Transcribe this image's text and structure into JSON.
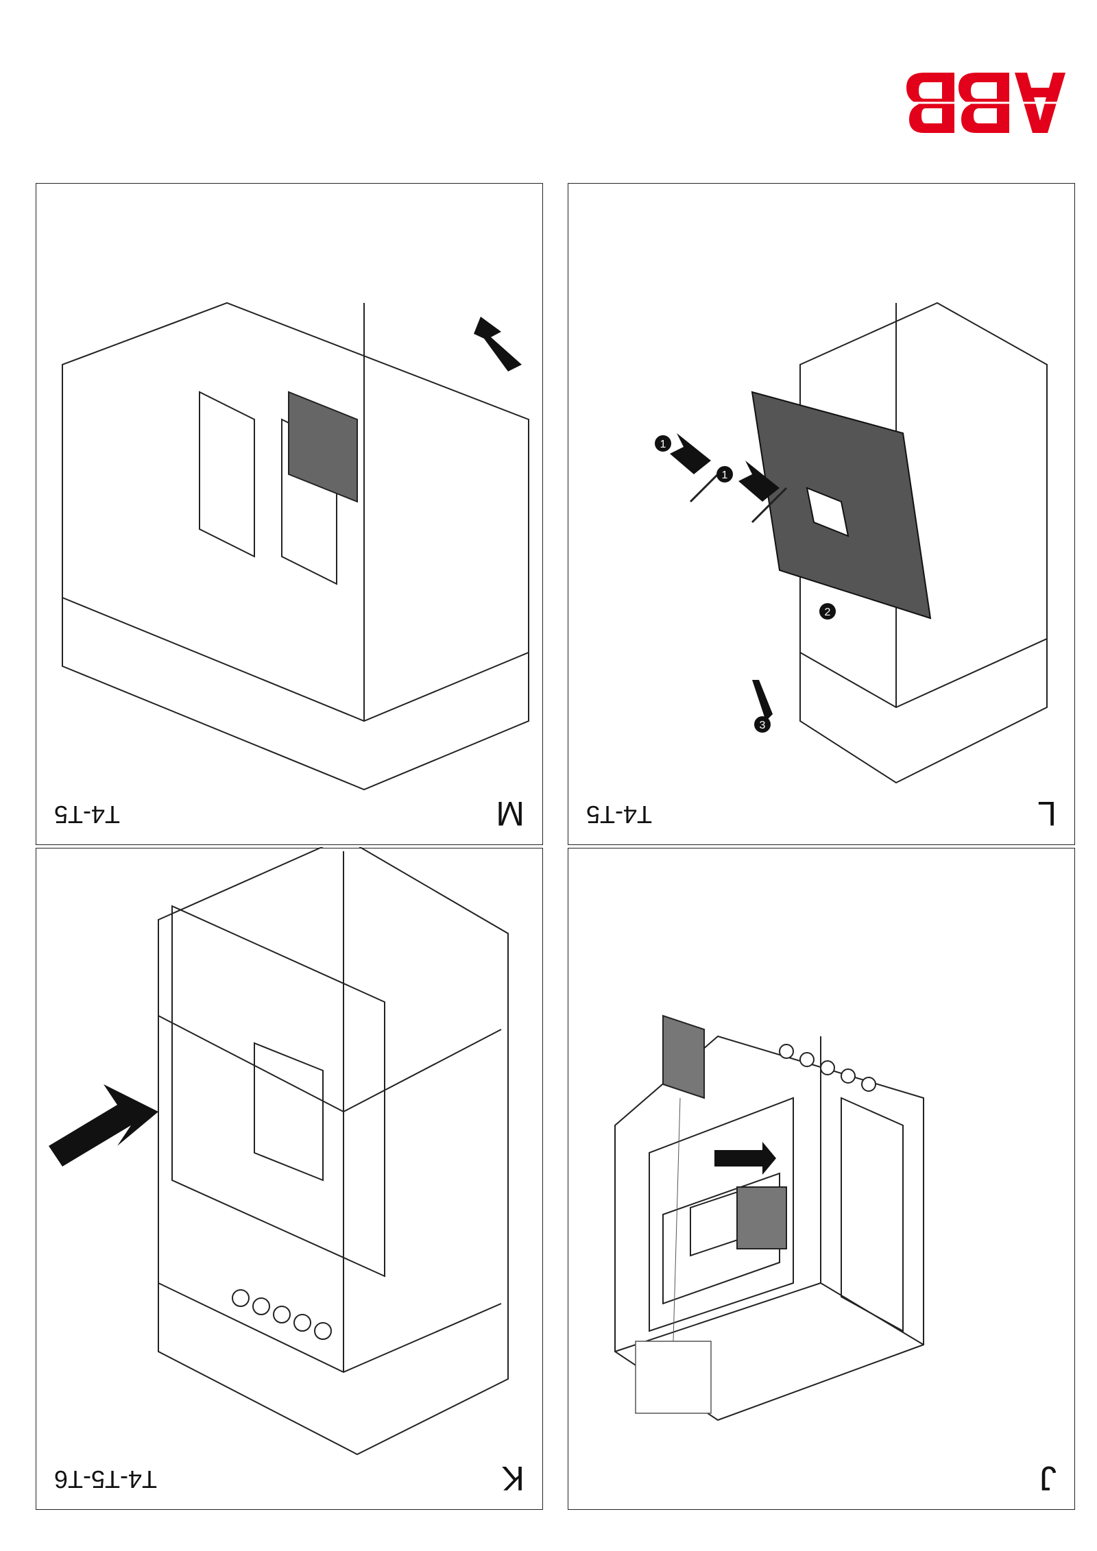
{
  "brand": {
    "logo_text": "ABB",
    "color": "#e2001a"
  },
  "panels": [
    {
      "letter": "J",
      "model": ""
    },
    {
      "letter": "K",
      "model": "T4-T5-T6"
    },
    {
      "letter": "L",
      "model": "T4-T5"
    },
    {
      "letter": "M",
      "model": "T4-T5"
    }
  ],
  "steps": {
    "one_a": "1",
    "one_b": "1",
    "two": "2",
    "three": "3"
  },
  "icons": [
    "abb-logo",
    "arrow-icon",
    "label-icon",
    "screw-icon",
    "manual-icon"
  ]
}
